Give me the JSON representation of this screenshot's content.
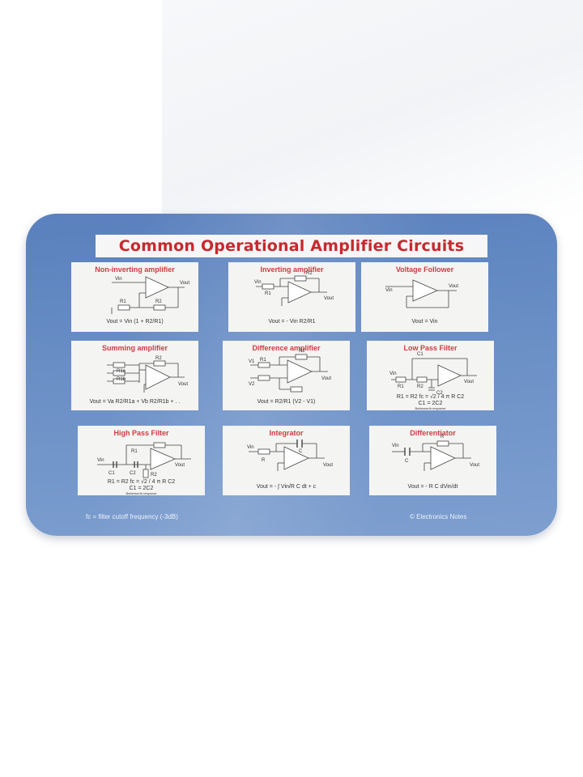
{
  "title": "Common Operational Amplifier Circuits",
  "panels": [
    {
      "title": "Non-inverting amplifier",
      "labels": [
        "Vin",
        "Vout",
        "R1",
        "R2"
      ],
      "formula": "Vout = Vin (1 + R2/R1)"
    },
    {
      "title": "Inverting amplifier",
      "labels": [
        "Vin",
        "R1",
        "R2",
        "Vout"
      ],
      "formula": "Vout = - Vin R2/R1"
    },
    {
      "title": "Voltage Follower",
      "labels": [
        "Vin",
        "Vout"
      ],
      "formula": "Vout = Vin"
    },
    {
      "title": "Summing amplifier",
      "labels": [
        "R1a",
        "R1b",
        "R2",
        "Vout"
      ],
      "formula": "Vout = Va R2/R1a + Vb R2/R1b + . ."
    },
    {
      "title": "Difference amplifier",
      "labels": [
        "V1",
        "V2",
        "R1",
        "R2",
        "Vout"
      ],
      "formula": "Vout = R2/R1 (V2 - V1)"
    },
    {
      "title": "Low Pass Filter",
      "labels": [
        "C1",
        "Vin",
        "R1",
        "R2",
        "C2",
        "Vout"
      ],
      "formula": "R1 = R2  fc = √2 / 4 π R C2",
      "formula2": "C1 = 2C2",
      "note": "Butterworth response"
    },
    {
      "title": "High Pass Filter",
      "labels": [
        "Vin",
        "C1",
        "C2",
        "R1",
        "R2",
        "Vout"
      ],
      "formula": "R1 = R2  fc = √2 / 4 π R C2",
      "formula2": "C1 = 2C2",
      "note": "Butterworth response"
    },
    {
      "title": "Integrator",
      "labels": [
        "Vin",
        "R",
        "C",
        "Vout"
      ],
      "formula": "Vout = - ∫ Vin/R C dt + c"
    },
    {
      "title": "Differentiator",
      "labels": [
        "Vin",
        "C",
        "R",
        "Vout"
      ],
      "formula": "Vout = - R C dVin/dt"
    }
  ],
  "footer": {
    "left": "fc = filter cutoff frequency (-3dB)",
    "right": "© Electronics Notes"
  },
  "colors": {
    "pad": "#6a8fc6",
    "title": "#c8282e",
    "panel": "#f4f4f3"
  }
}
